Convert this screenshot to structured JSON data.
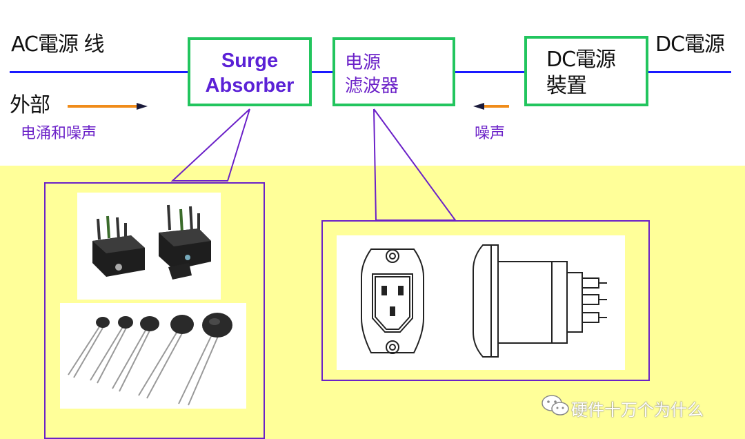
{
  "labels": {
    "ac_line": "AC電源 线",
    "dc_line": "DC電源",
    "external": "外部",
    "surge_noise": "电涌和噪声",
    "noise": "噪声"
  },
  "boxes": {
    "surge_absorber": [
      "Surge",
      "Absorber"
    ],
    "power_filter": [
      "电源",
      "滤波器"
    ],
    "dc_supply": [
      "DC電源",
      "裝置"
    ]
  },
  "watermark": "硬件十万个为什么",
  "colors": {
    "wire": "#1a1aff",
    "box_border": "#22c55e",
    "callout": "#6b21c8",
    "arrow": "#f08c1a",
    "panel_bg": "#ffff99"
  }
}
